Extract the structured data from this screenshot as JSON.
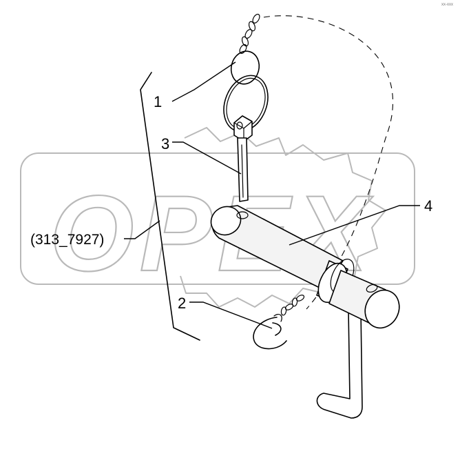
{
  "corner_code": "xx-xxx",
  "watermark": {
    "brand": "OPEX",
    "logo_color": "#b9b9b9"
  },
  "reference": {
    "label": "(313_7927)"
  },
  "callouts": [
    {
      "number": "1",
      "part": "lanyard-ring"
    },
    {
      "number": "2",
      "part": "spring-clip"
    },
    {
      "number": "3",
      "part": "lock-pin"
    },
    {
      "number": "4",
      "part": "hitch-pin"
    }
  ],
  "colors": {
    "ink": "#000000",
    "watermark": "#b9b9b9",
    "background": "#ffffff"
  }
}
